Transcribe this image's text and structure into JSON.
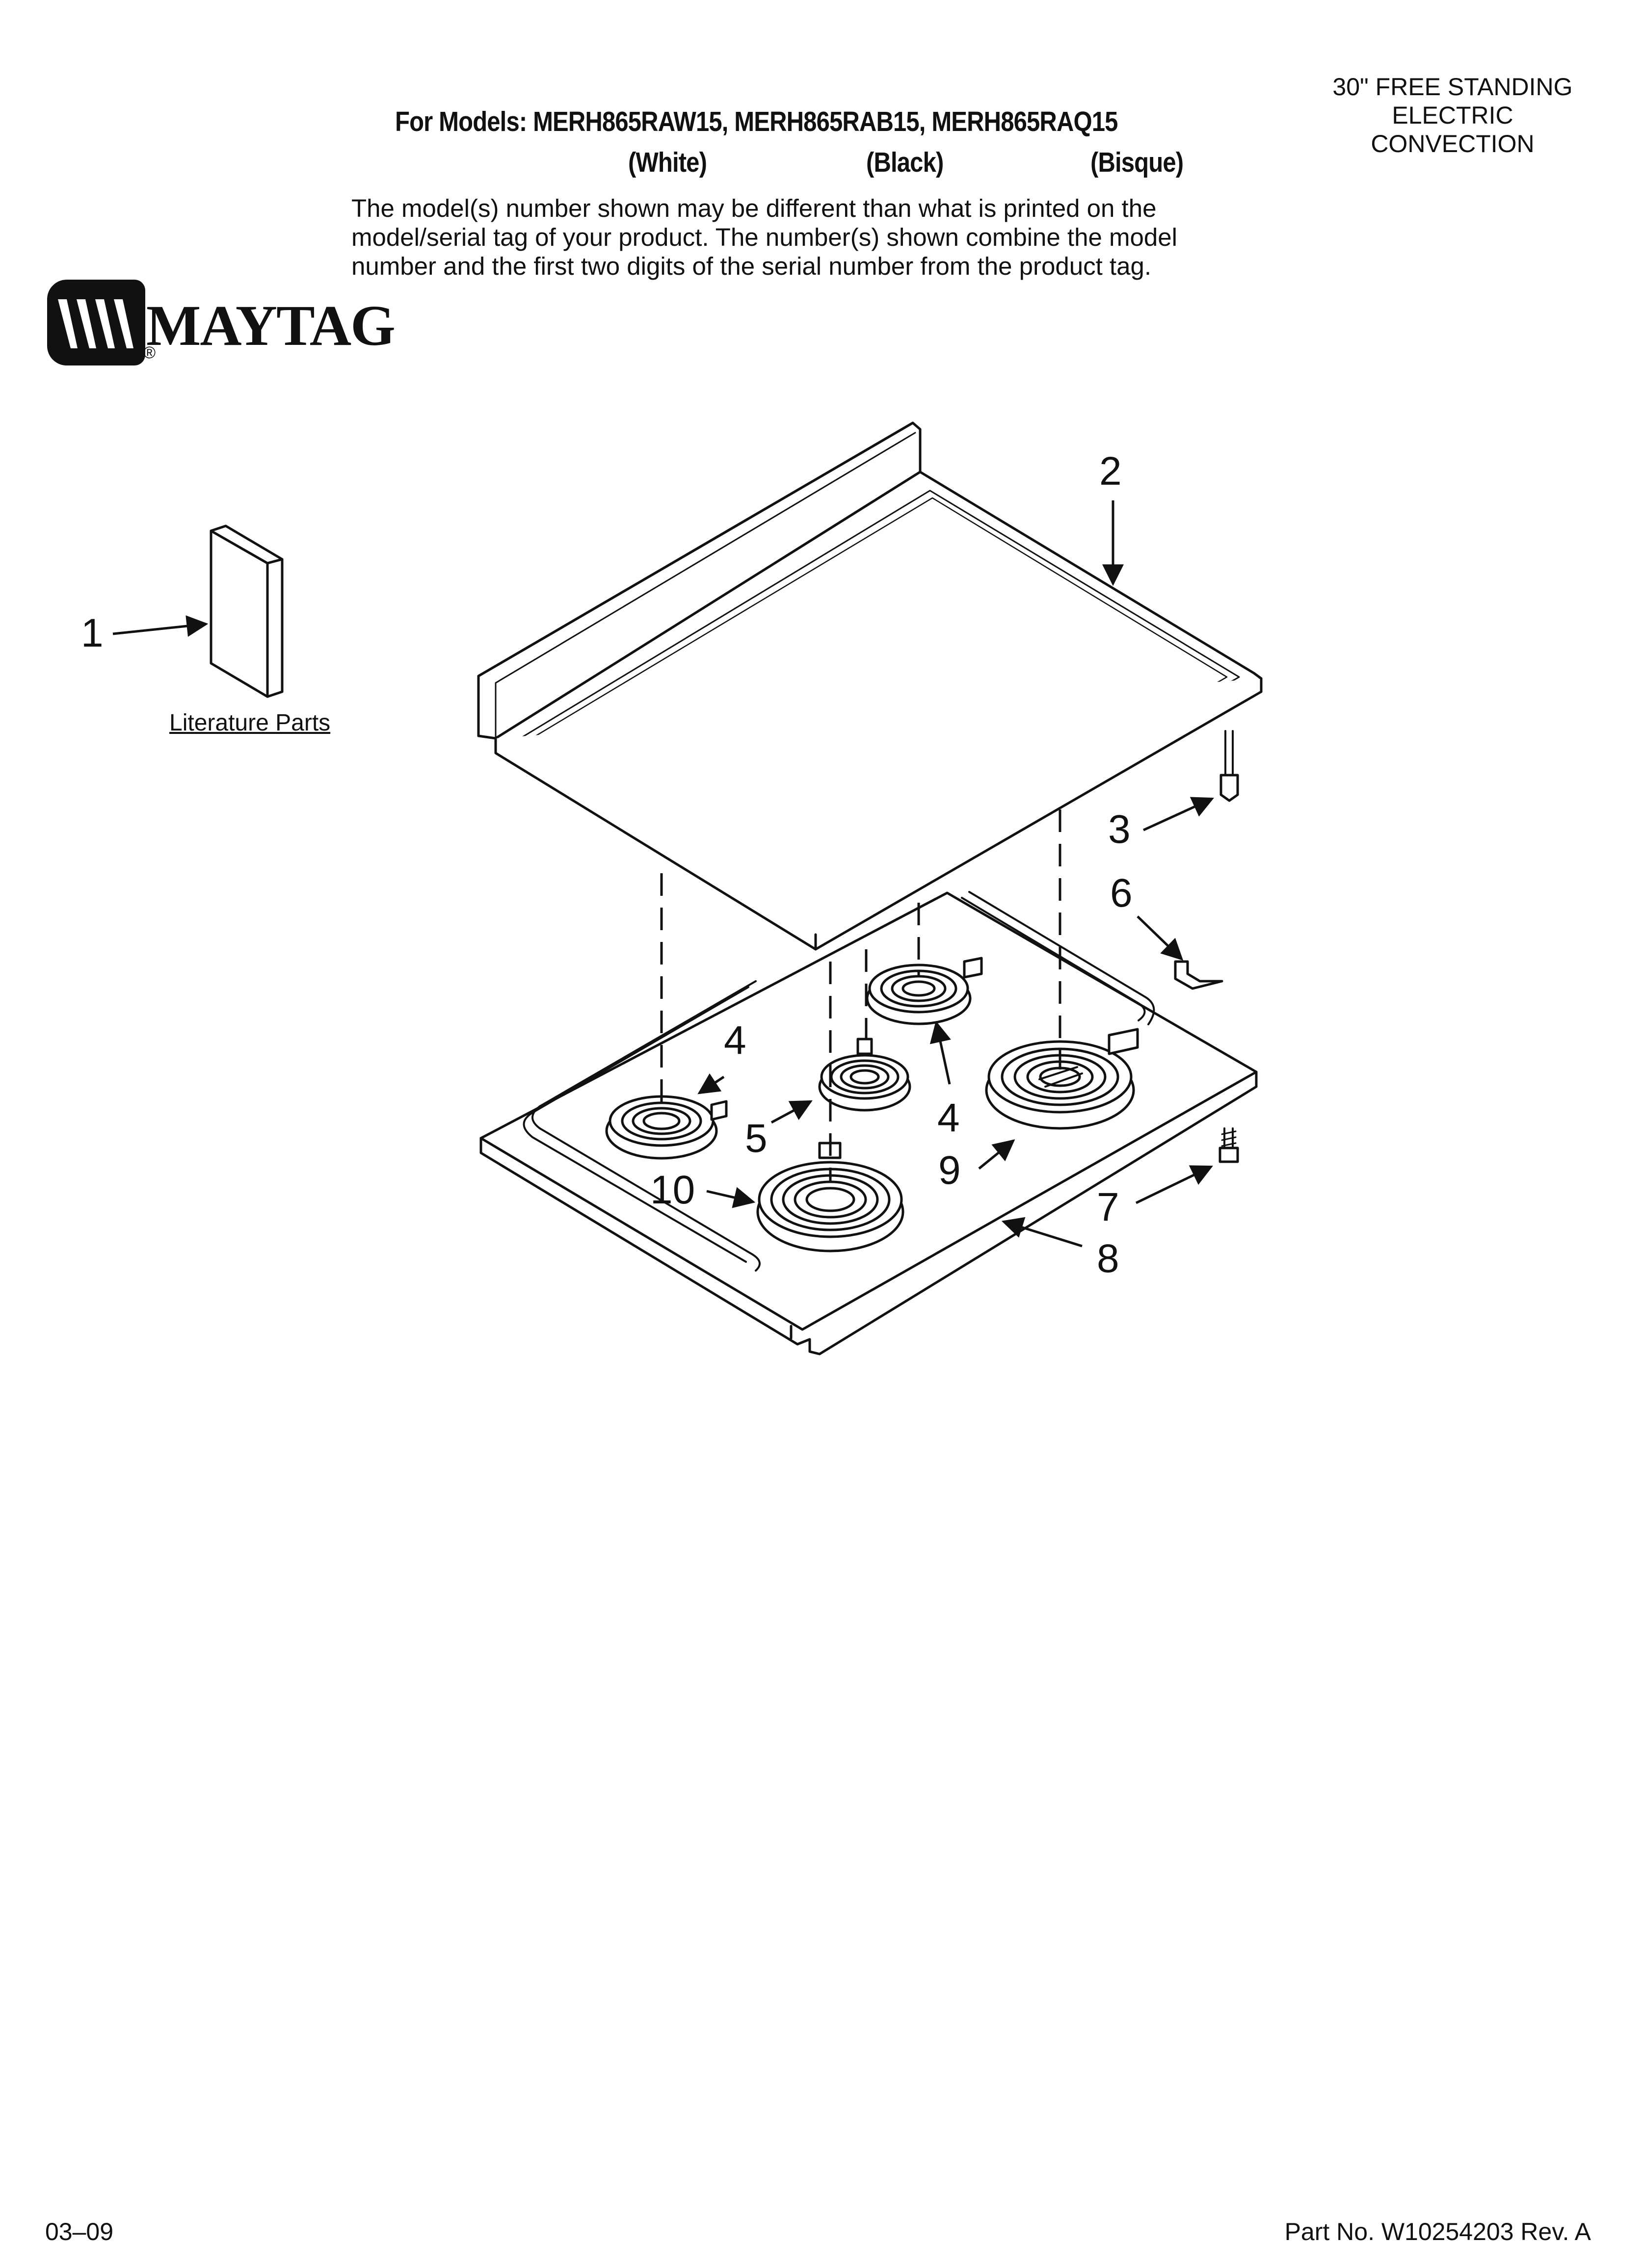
{
  "header": {
    "models_line": "For Models: MERH865RAW15, MERH865RAB15, MERH865RAQ15",
    "colors": [
      "(White)",
      "(Black)",
      "(Bisque)"
    ],
    "description": [
      "The model(s) number shown may be different than what is printed on the",
      "model/serial tag of your product. The number(s) shown combine the model",
      "number and the first two digits of the serial number from the product tag."
    ]
  },
  "category": [
    "30\" FREE STANDING",
    "ELECTRIC",
    "CONVECTION"
  ],
  "brand": {
    "name": "MAYTAG",
    "registered": "®"
  },
  "literature_label": "Literature Parts",
  "callouts": {
    "c1": "1",
    "c2": "2",
    "c3": "3",
    "c4a": "4",
    "c4b": "4",
    "c5": "5",
    "c6": "6",
    "c7": "7",
    "c8": "8",
    "c9": "9",
    "c10": "10"
  },
  "footer": {
    "date": "03–09",
    "part_no": "Part No. W10254203 Rev. A"
  }
}
